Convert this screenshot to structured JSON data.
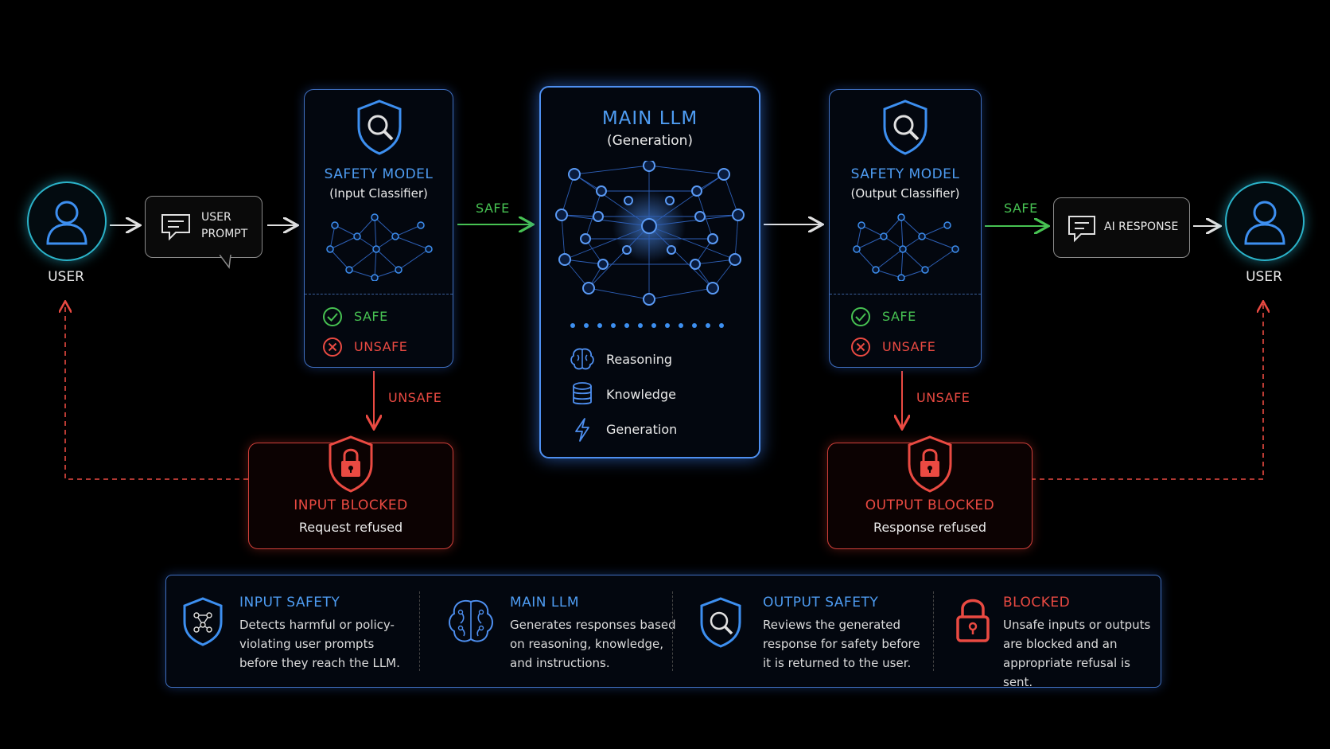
{
  "user_left": {
    "label": "USER"
  },
  "user_right": {
    "label": "USER"
  },
  "user_prompt": {
    "line1": "USER",
    "line2": "PROMPT"
  },
  "input_model": {
    "title": "SAFETY MODEL",
    "subtitle": "(Input Classifier)",
    "safe": "SAFE",
    "unsafe": "UNSAFE"
  },
  "output_model": {
    "title": "SAFETY MODEL",
    "subtitle": "(Output Classifier)",
    "safe": "SAFE",
    "unsafe": "UNSAFE"
  },
  "main_llm": {
    "title": "MAIN LLM",
    "subtitle": "(Generation)",
    "features": [
      "Reasoning",
      "Knowledge",
      "Generation"
    ]
  },
  "ai_response": {
    "label": "AI RESPONSE"
  },
  "arrows": {
    "safe_in": "SAFE",
    "safe_out": "SAFE",
    "unsafe_in": "UNSAFE",
    "unsafe_out": "UNSAFE"
  },
  "input_blocked": {
    "title": "INPUT BLOCKED",
    "subtitle": "Request refused"
  },
  "output_blocked": {
    "title": "OUTPUT BLOCKED",
    "subtitle": "Response refused"
  },
  "legend": [
    {
      "title": "INPUT SAFETY",
      "icon": "shield-network-icon",
      "lines": [
        "Detects harmful or policy-",
        "violating user prompts",
        "before they reach the LLM."
      ]
    },
    {
      "title": "MAIN LLM",
      "icon": "brain-icon",
      "lines": [
        "Generates responses based",
        "on reasoning, knowledge,",
        "and instructions."
      ]
    },
    {
      "title": "OUTPUT SAFETY",
      "icon": "shield-search-icon",
      "lines": [
        "Reviews the generated",
        "response for safety before",
        "it is returned to the user."
      ]
    },
    {
      "title": "BLOCKED",
      "icon": "lock-icon",
      "lines": [
        "Unsafe inputs or outputs",
        "are blocked and an",
        "appropriate refusal is sent."
      ]
    }
  ],
  "colors": {
    "blue": "#4e9cf2",
    "red": "#ea4a42",
    "green": "#47c252",
    "cyan": "#2bb3c9"
  }
}
